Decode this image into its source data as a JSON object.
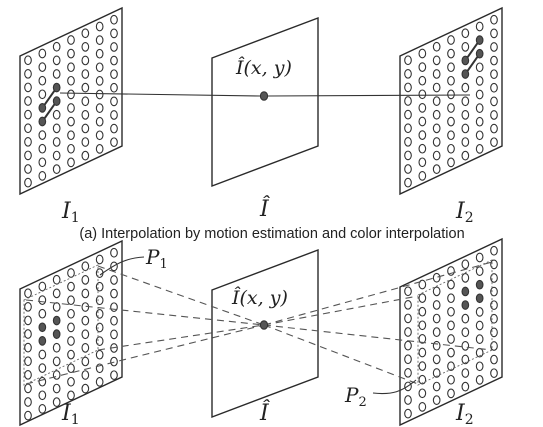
{
  "top": {
    "caption": "(a) Interpolation by motion estimation and color interpolation",
    "left_label": "I",
    "left_sub": "1",
    "mid_label": "Î",
    "right_label": "I",
    "right_sub": "2",
    "mid_point_label": "Î(x, y)"
  },
  "bottom": {
    "left_label": "I",
    "left_sub": "1",
    "mid_label": "Î",
    "right_label": "I",
    "right_sub": "2",
    "mid_point_label": "Î(x, y)",
    "patch1_label": "P",
    "patch1_sub": "1",
    "patch2_label": "P",
    "patch2_sub": "2"
  }
}
